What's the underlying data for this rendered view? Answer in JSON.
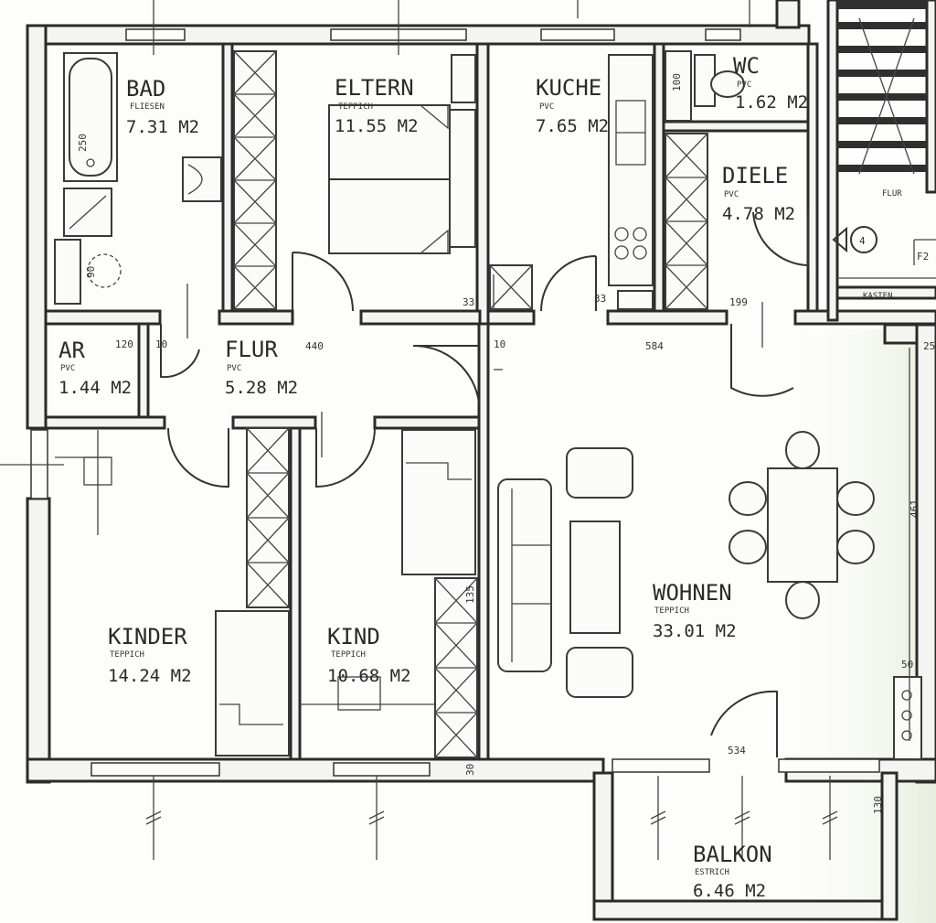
{
  "rooms": [
    {
      "id": "bad",
      "name": "BAD",
      "floor": "FLIESEN",
      "area": "7.31 M2"
    },
    {
      "id": "eltern",
      "name": "ELTERN",
      "floor": "TEPPICH",
      "area": "11.55 M2"
    },
    {
      "id": "kuche",
      "name": "KUCHE",
      "floor": "PVC",
      "area": "7.65 M2"
    },
    {
      "id": "wc",
      "name": "WC",
      "floor": "PVC",
      "area": "1.62 M2"
    },
    {
      "id": "diele",
      "name": "DIELE",
      "floor": "PVC",
      "area": "4.78 M2"
    },
    {
      "id": "ar",
      "name": "AR",
      "floor": "PVC",
      "area": "1.44 M2"
    },
    {
      "id": "flur",
      "name": "FLUR",
      "floor": "PVC",
      "area": "5.28 M2"
    },
    {
      "id": "wohnen",
      "name": "WOHNEN",
      "floor": "TEPPICH",
      "area": "33.01 M2"
    },
    {
      "id": "kinder",
      "name": "KINDER",
      "floor": "TEPPICH",
      "area": "14.24 M2"
    },
    {
      "id": "kind",
      "name": "KIND",
      "floor": "TEPPICH",
      "area": "10.68 M2"
    },
    {
      "id": "balkon",
      "name": "BALKON",
      "floor": "ESTRICH",
      "area": "6.46 M2"
    }
  ],
  "dimensions": {
    "d440": "440",
    "d584": "584",
    "d199": "199",
    "d120": "120",
    "d10a": "10",
    "d10b": "10",
    "d461": "461",
    "d534": "534",
    "d50": "50",
    "d130": "130",
    "d250": "250",
    "d100": "100",
    "d90": "90",
    "d33": "33",
    "d33b": "33",
    "d30": "30",
    "d135": "135",
    "d25": "25"
  },
  "stair": {
    "number": "4",
    "label": "FLUR",
    "kasten": "KASTEN",
    "other": "F2"
  }
}
